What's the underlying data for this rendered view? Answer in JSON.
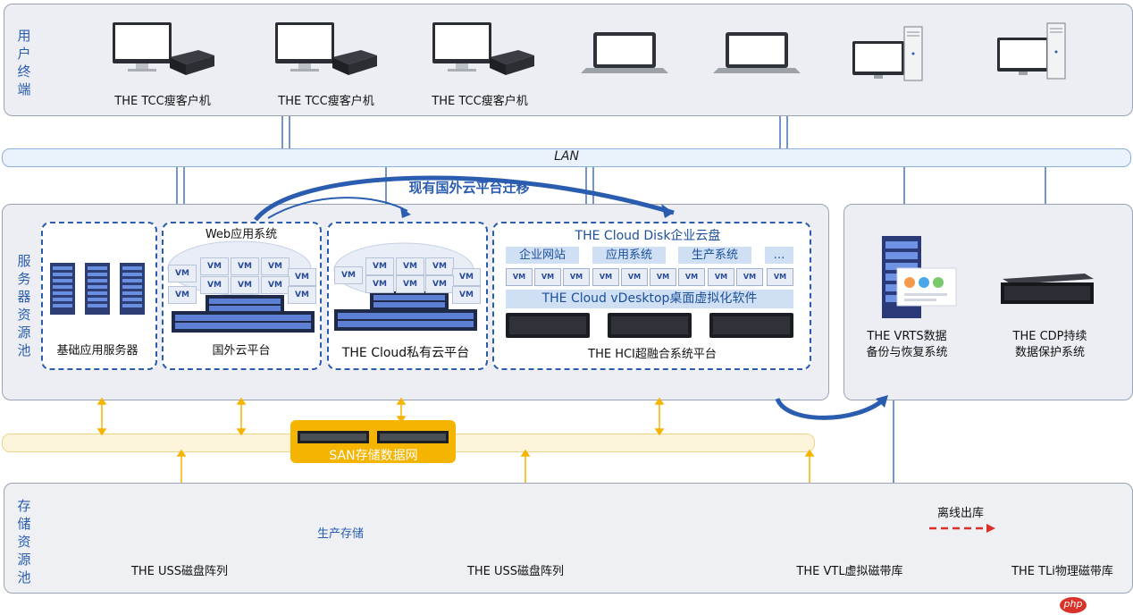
{
  "sections": {
    "user_terminal": "用户终端",
    "server_pool": "服务器资源池",
    "storage_pool": "存储资源池"
  },
  "devices": {
    "tcc1": "THE TCC瘦客户机",
    "tcc2": "THE TCC瘦客户机",
    "tcc3": "THE TCC瘦客户机"
  },
  "network": {
    "lan": "LAN",
    "san": "SAN存储数据网"
  },
  "migration": "现有国外云平台迁移",
  "servers": {
    "basic": "基础应用服务器",
    "web_system": "Web应用系统",
    "foreign_cloud": "国外云平台",
    "private_cloud": "THE Cloud私有云平台",
    "cloud_disk": "THE Cloud Disk企业云盘",
    "chips": [
      "企业网站",
      "应用系统",
      "生产系统",
      "…"
    ],
    "vdesktop": "THE Cloud vDesktop桌面虚拟化软件",
    "hci": "THE HCI超融合系统平台",
    "vm": "VM"
  },
  "backup": {
    "vrts_line1": "THE VRTS数据",
    "vrts_line2": "备份与恢复系统",
    "cdp_line1": "THE CDP持续",
    "cdp_line2": "数据保护系统"
  },
  "storage": {
    "uss1": "THE USS磁盘阵列",
    "uss2": "THE USS磁盘阵列",
    "production": "生产存储",
    "vtl": "THE VTL虚拟磁带库",
    "offline": "离线出库",
    "tli": "THE TLi物理磁带库"
  },
  "watermark": "php",
  "colors": {
    "accent": "#2a5db0",
    "san": "#f5b400",
    "section_bg": "#eceef3"
  }
}
